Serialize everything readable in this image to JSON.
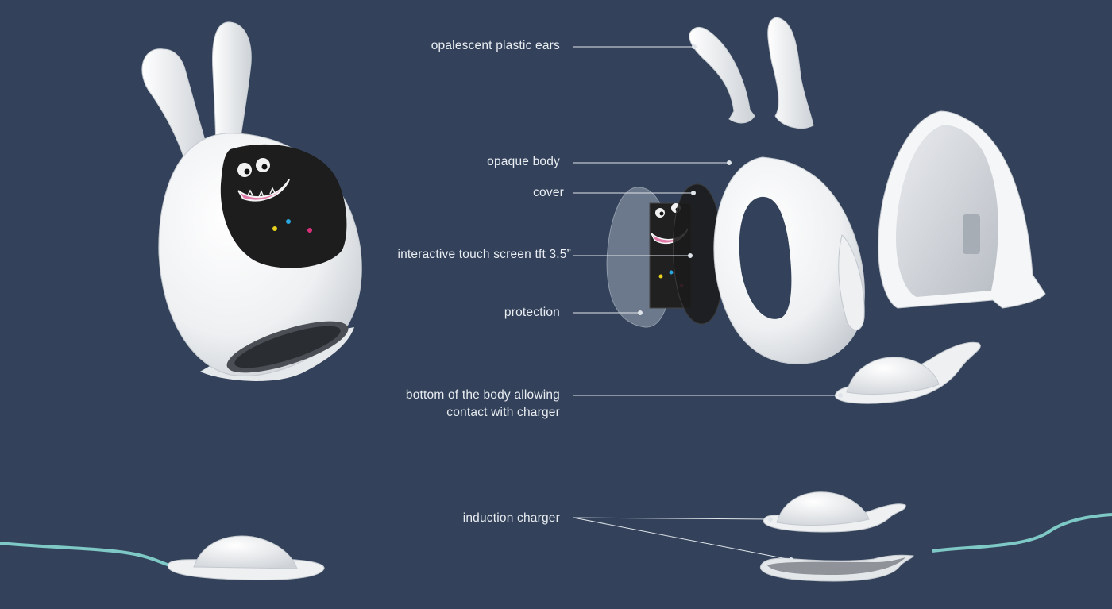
{
  "labels": {
    "ears": "opalescent plastic ears",
    "body": "opaque body",
    "cover": "cover",
    "screen": "interactive touch screen tft 3.5”",
    "protection": "protection",
    "bottom_line1": "bottom of the body allowing",
    "bottom_line2": "contact with charger",
    "charger": "induction charger"
  },
  "colors": {
    "background": "#33425a",
    "plastic": "#f4f5f6",
    "screen": "#1d1d1d",
    "leader_line": "#dfe4ea",
    "cable": "#7ec8c6",
    "tongue": "#e07aa8",
    "dot_cyan": "#2aa7df",
    "dot_yellow": "#e6d21d",
    "dot_magenta": "#d9307a"
  }
}
